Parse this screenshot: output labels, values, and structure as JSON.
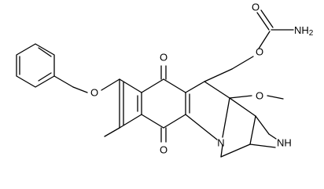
{
  "molecule": {
    "labels": {
      "o_ketone_top": "O",
      "o_ketone_bottom": "O",
      "o_benzyloxy": "O",
      "o_carbamate_ester": "O",
      "o_carbamate_carbonyl": "O",
      "nh2": "NH",
      "nh2_sub": "2",
      "o_methoxy": "O",
      "n_ring": "N",
      "nh_aziridine": "NH"
    },
    "colors": {
      "bond": "#000000",
      "background": "#ffffff"
    }
  }
}
